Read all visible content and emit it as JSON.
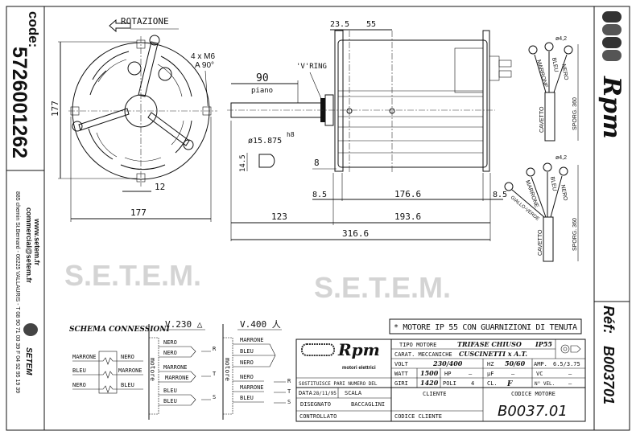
{
  "left_strip": {
    "code_label": "code:",
    "code_value": "5726001262",
    "website": "www.setem.fr",
    "email": "commercial@setem.fr",
    "address": "885 chemin St.Bernard  -  06225 VALLAURIS  -  T 08 90 71 00 39  F 04 92 95 19 39",
    "brand": "SETEM"
  },
  "right_strip": {
    "logo_text": "Rpm",
    "ref_label": "Réf:",
    "ref_value": "B003701"
  },
  "watermark": "S.E.T.E.M.",
  "front_view": {
    "rotation_label": "ROTAZIONE",
    "holes_line1": "4 x M6",
    "holes_line2": "A 90°",
    "height_dim": "177",
    "width_dim": "177",
    "foot_dim": "12"
  },
  "side_view": {
    "dim_23_5": "23.5",
    "dim_55": "55",
    "dim_90": "90",
    "piano": "piano",
    "vring": "'V'RING",
    "shaft_dia": "ø15.875",
    "shaft_tol": "h8",
    "flat_dim": "14.5",
    "dim_8": "8",
    "dim_8_5_left": "8.5",
    "dim_176_6": "176.6",
    "dim_8_5_right": "8.5",
    "dim_123": "123",
    "dim_193_6": "193.6",
    "dim_316_6": "316.6"
  },
  "leads": {
    "upper": {
      "eye_dia": "ø4,2",
      "wires": [
        "MARRONE",
        "BLEU",
        "NERO"
      ],
      "cable": "CAVETTO",
      "length": "SPORG. 360"
    },
    "lower": {
      "eye_dia": "ø4,2",
      "wires": [
        "GIALLO-VERDE",
        "MARRONE",
        "BLEU",
        "NERO"
      ],
      "cable": "CAVETTO",
      "length": "SPORG. 360"
    }
  },
  "schema": {
    "title": "SCHEMA CONNESSIONI",
    "left_wires": [
      "MARRONE",
      "BLEU",
      "NERO"
    ],
    "right_wires": [
      "NERO",
      "MARRONE",
      "BLEU"
    ],
    "v230": {
      "title": "V.230 △",
      "motor_label": "motore",
      "wires": [
        "NERO",
        "NERO",
        "MARRONE",
        "MARRONE",
        "BLEU",
        "BLEU"
      ],
      "phases": [
        "R",
        "T",
        "S"
      ]
    },
    "v400": {
      "title": "V.400 人",
      "motor_label": "motore",
      "star_wires": [
        "MARRONE",
        "BLEU",
        "NERO"
      ],
      "wires": [
        "NERO",
        "MARRONE",
        "BLEU"
      ],
      "phases": [
        "R",
        "T",
        "S"
      ]
    }
  },
  "note": "* MOTORE IP 55 CON GUARNIZIONI DI TENUTA",
  "title_block": {
    "logo": "Rpm",
    "logo_sub": "motori elettrici",
    "tipo_motore_label": "TIPO MOTORE",
    "tipo_motore": "TRIFASE CHIUSO",
    "ip": "IP55",
    "carat_label": "CARAT. MECCANICHE",
    "carat": "CUSCINETTI x A.T.",
    "volt_label": "VOLT",
    "volt": "230/400",
    "hz_label": "HZ",
    "hz": "50/60",
    "amp_label": "AMP.",
    "amp": "6.5/3.75",
    "watt_label": "WATT",
    "watt": "1500",
    "hp_label": "HP",
    "hp": "—",
    "uf_label": "µF",
    "uf": "—",
    "vc_label": "VC",
    "vc": "—",
    "giri_label": "GIRI",
    "giri": "1420",
    "poli_label": "POLI",
    "poli": "4",
    "cl_label": "CL.",
    "cl": "F",
    "nvel_label": "N° VEL.",
    "nvel": "—",
    "sostituisce": "SOSTITUISCE PARI NUMERO DEL",
    "data_label": "DATA",
    "data": "28/11/95",
    "scala_label": "SCALA",
    "disegnato_label": "DISEGNATO",
    "disegnato": "BACCAGLINI",
    "controllato_label": "CONTROLLATO",
    "cliente_label": "CLIENTE",
    "codice_cliente_label": "CODICE CLIENTE",
    "codice_motore_label": "CODICE MOTORE",
    "codice_motore": "B0037.01"
  }
}
